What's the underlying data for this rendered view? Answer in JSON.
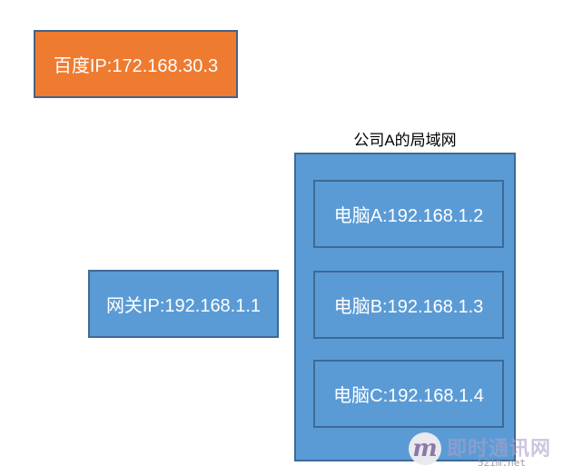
{
  "baidu": {
    "label": "百度IP:172.168.30.3",
    "color": "#ef7b31"
  },
  "gateway": {
    "label": "网关IP:192.168.1.1",
    "color": "#5b9bd5"
  },
  "lan": {
    "title": "公司A的局域网",
    "color": "#5b9bd5",
    "computers": [
      {
        "label": "电脑A:192.168.1.2"
      },
      {
        "label": "电脑B:192.168.1.3"
      },
      {
        "label": "电脑C:192.168.1.4"
      }
    ]
  },
  "watermark": {
    "logo": "m",
    "text": "即时通讯网",
    "url": "52im.net"
  }
}
